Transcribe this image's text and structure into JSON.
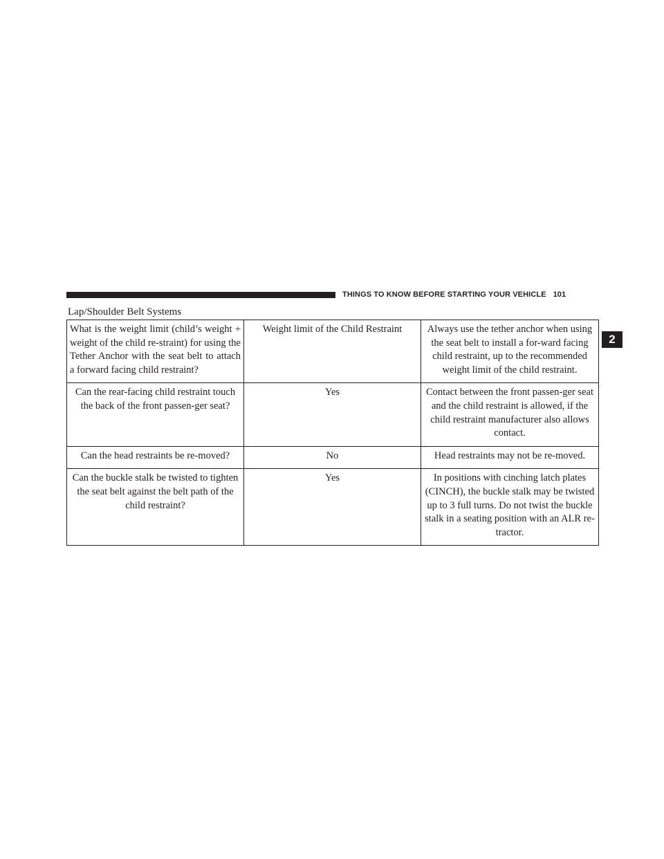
{
  "header": {
    "title": "THINGS TO KNOW BEFORE STARTING YOUR VEHICLE",
    "page_number": "101"
  },
  "chapter_tab": "2",
  "section_heading": "Lap/Shoulder Belt Systems",
  "table": {
    "rows": [
      {
        "question": "What is the weight limit (child’s weight + weight of the child re-straint) for using the Tether Anchor with the seat belt to attach a forward facing child restraint?",
        "answer": "Weight limit of the Child Restraint",
        "note": "Always use the tether anchor when using the seat belt to install a for-ward facing child restraint, up to the recommended weight limit of the child restraint."
      },
      {
        "question": "Can the rear-facing child restraint touch the back of the front passen-ger seat?",
        "answer": "Yes",
        "note": "Contact between the front passen-ger seat and the child restraint is allowed, if the child restraint manufacturer also allows contact."
      },
      {
        "question": "Can the head restraints be re-moved?",
        "answer": "No",
        "note": "Head restraints may not be re-moved."
      },
      {
        "question": "Can the buckle stalk be twisted to tighten the seat belt against the belt path of the child restraint?",
        "answer": "Yes",
        "note": "In positions with cinching latch plates (CINCH), the buckle stalk may be twisted up to 3 full turns. Do not twist the buckle stalk in a seating position with an ALR re-tractor."
      }
    ]
  }
}
